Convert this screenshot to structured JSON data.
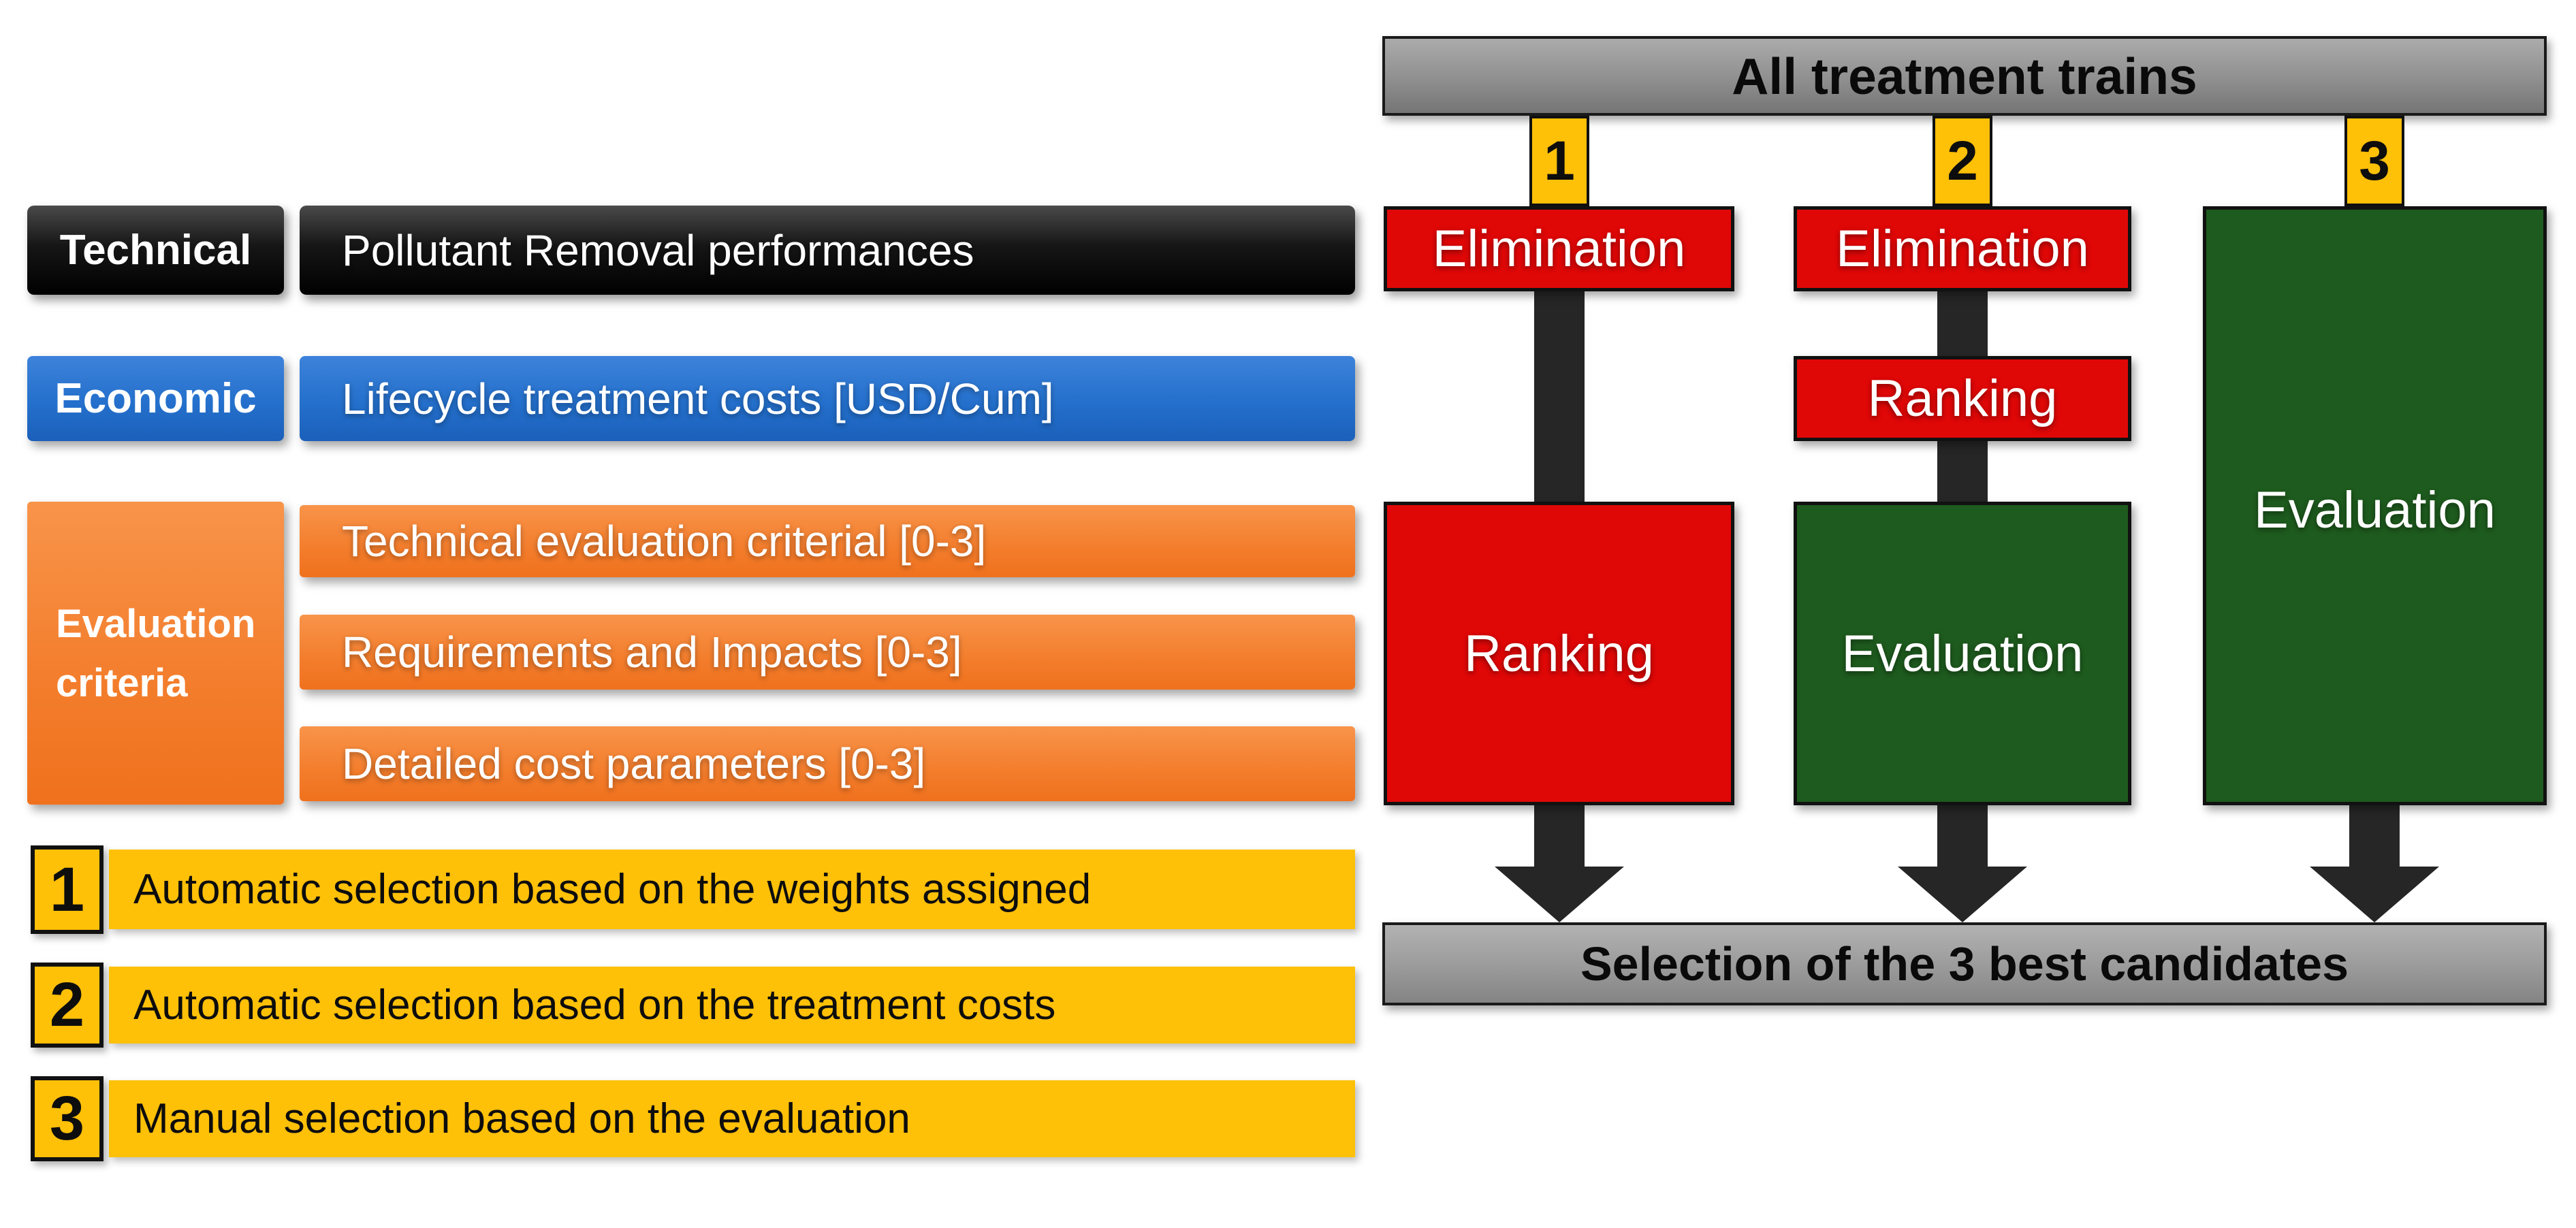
{
  "left": {
    "rows": [
      {
        "label": "Technical",
        "text": "Pollutant Removal performances"
      },
      {
        "label": "Economic",
        "text": "Lifecycle treatment costs [USD/Cum]"
      }
    ],
    "evaluation": {
      "label_line1": "Evaluation",
      "label_line2": "criteria",
      "bars": [
        "Technical evaluation criterial [0-3]",
        "Requirements and Impacts [0-3]",
        "Detailed cost parameters [0-3]"
      ]
    }
  },
  "legend": [
    {
      "num": "1",
      "text": "Automatic selection based on the weights assigned"
    },
    {
      "num": "2",
      "text": "Automatic selection based on the treatment costs"
    },
    {
      "num": "3",
      "text": "Manual selection based on the evaluation"
    }
  ],
  "flow": {
    "top_label": "All treatment trains",
    "bottom_label": "Selection of the 3 best candidates",
    "connectors": [
      "1",
      "2",
      "3"
    ],
    "col1": {
      "step1": "Elimination",
      "step2": "Ranking"
    },
    "col2": {
      "step1": "Elimination",
      "step2": "Ranking",
      "step3": "Evaluation"
    },
    "col3": {
      "step1": "Evaluation"
    }
  },
  "colors": {
    "red": "#e00707",
    "dark_green": "#1e5b1e",
    "gold": "#ffc008",
    "blue": "#2470cc",
    "orange": "#f37d2c",
    "black_bar": "#000000",
    "gray_bar": "#949494",
    "connector_black": "#262626",
    "text_white": "#ffffff",
    "text_black": "#0d0d0d"
  }
}
